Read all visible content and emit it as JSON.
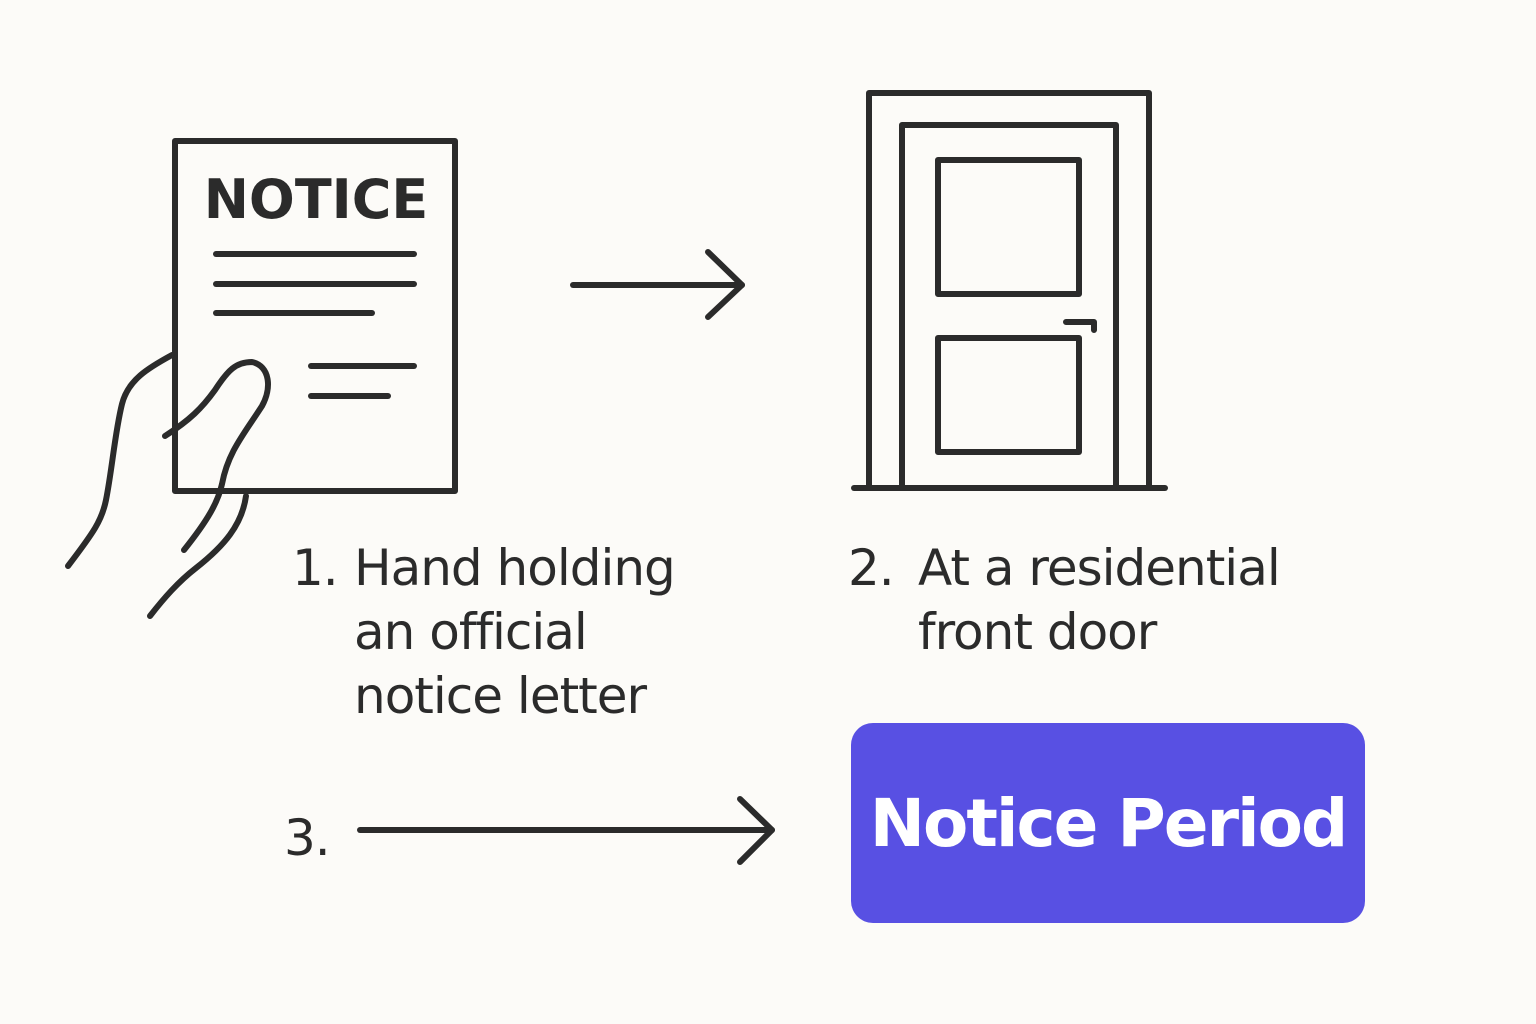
{
  "notice_letter": {
    "heading": "NOTICE"
  },
  "steps": [
    {
      "number": "1.",
      "lines": [
        "Hand holding",
        "an official",
        "notice letter"
      ]
    },
    {
      "number": "2.",
      "lines": [
        "At a residential",
        "front door"
      ]
    },
    {
      "number": "3."
    }
  ],
  "result": {
    "label": "Notice Period"
  },
  "colors": {
    "ink": "#2b2b2b",
    "accent": "#5850e3",
    "background": "#fcfbf8"
  },
  "icons": {
    "letter": "notice-letter-icon",
    "hand": "hand-icon",
    "door": "door-icon",
    "arrow": "arrow-right-icon"
  }
}
